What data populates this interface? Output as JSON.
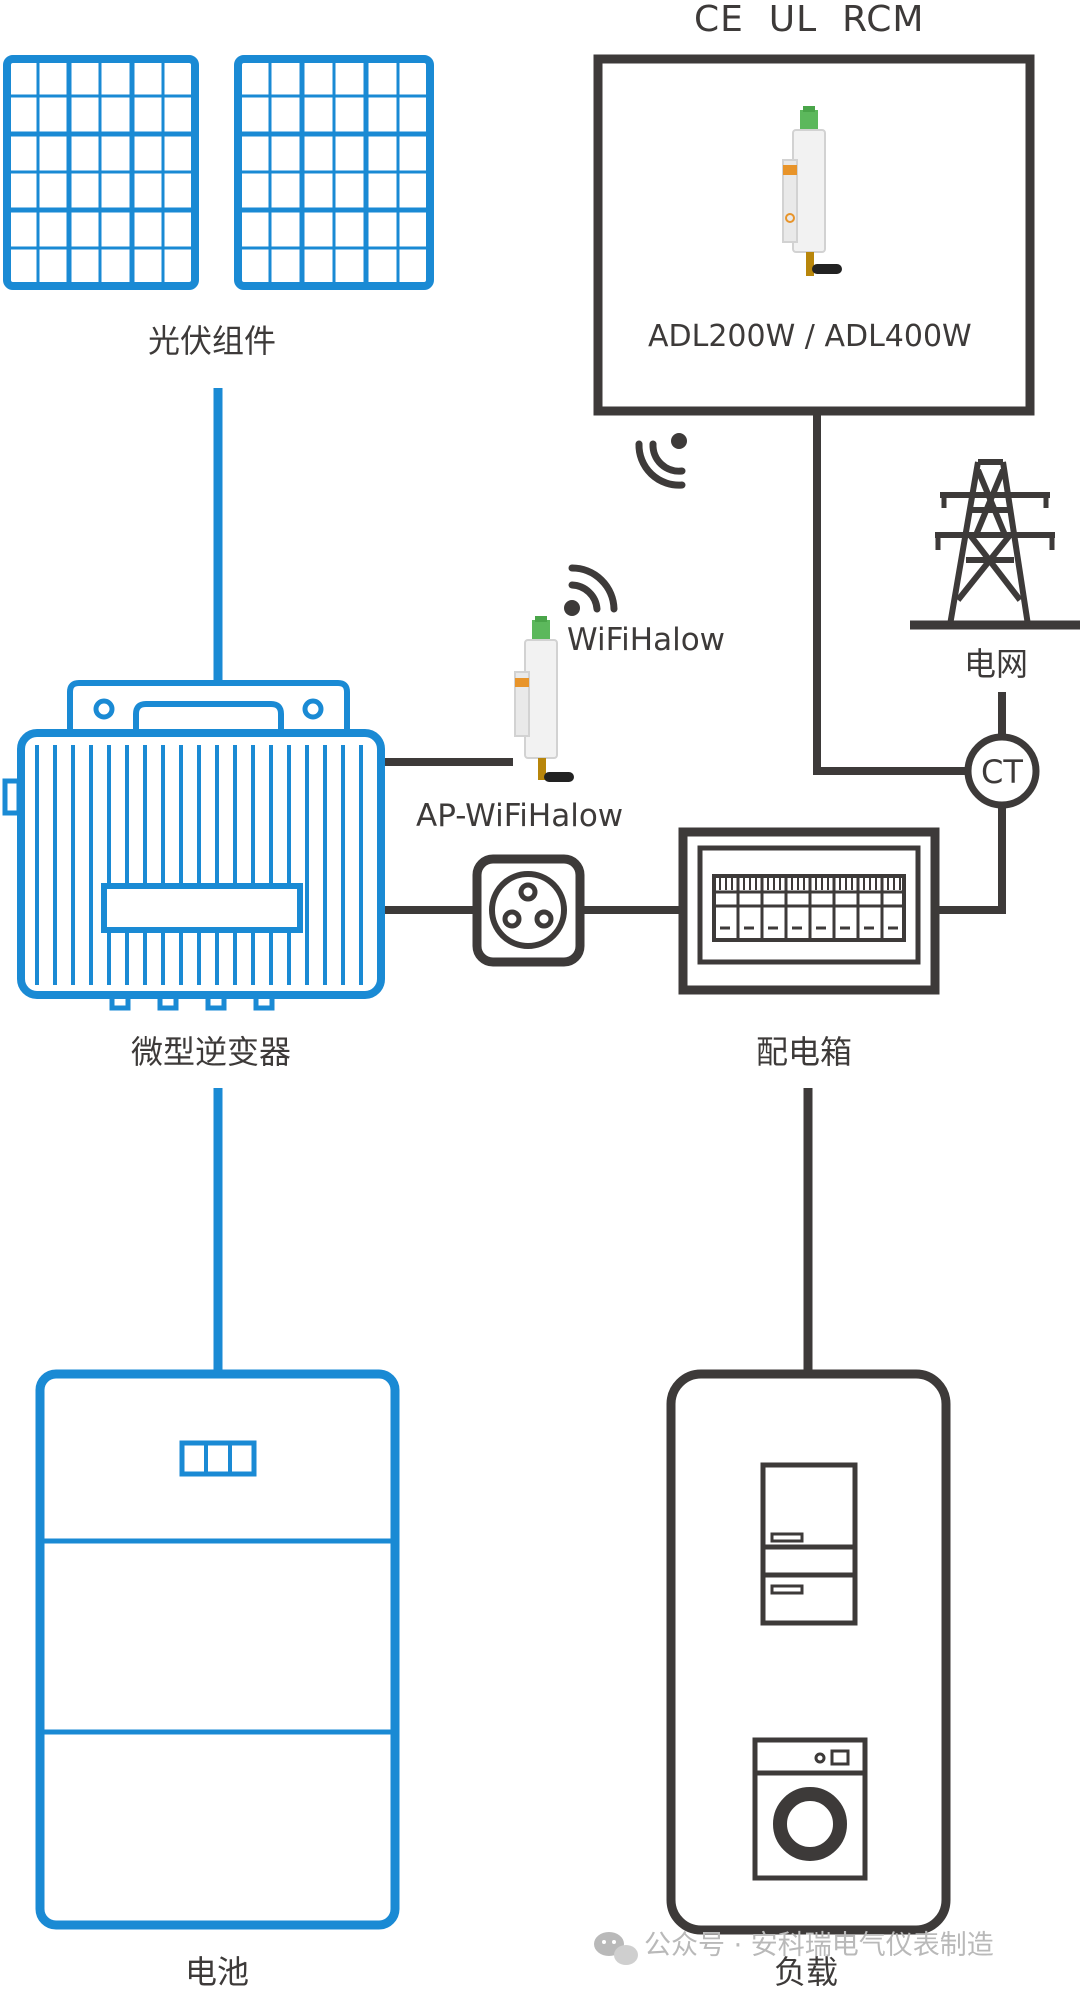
{
  "colors": {
    "blue": "#1a8ad4",
    "dark": "#3d3a39",
    "green": "#5cb85c",
    "orange": "#e8942a",
    "watermark": "#b9b9b9"
  },
  "labels": {
    "certifications": "CE  UL  RCM",
    "meter_model": "ADL200W / ADL400W",
    "pv_module": "光伏组件",
    "grid": "电网",
    "wifihalow": "WiFiHalow",
    "ap_wifihalow": "AP-WiFiHalow",
    "ct": "CT",
    "micro_inverter": "微型逆变器",
    "distribution_box": "配电箱",
    "battery": "电池",
    "load": "负载"
  },
  "watermark": {
    "icon": "wechat-icon",
    "text": "公众号 · 安科瑞电气仪表制造"
  }
}
